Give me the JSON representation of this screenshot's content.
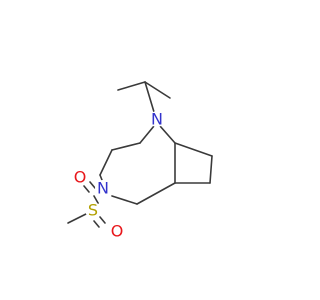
{
  "molecule": {
    "atoms": {
      "n_bridge": {
        "symbol": "N",
        "color": "#3333cc"
      },
      "n_ring": {
        "symbol": "N",
        "color": "#3333cc"
      },
      "s": {
        "symbol": "S",
        "color": "#b2a000"
      },
      "o_left": {
        "symbol": "O",
        "color": "#e8171b"
      },
      "o_right": {
        "symbol": "O",
        "color": "#e8171b"
      }
    },
    "bond_color": "#3a3a3a"
  }
}
